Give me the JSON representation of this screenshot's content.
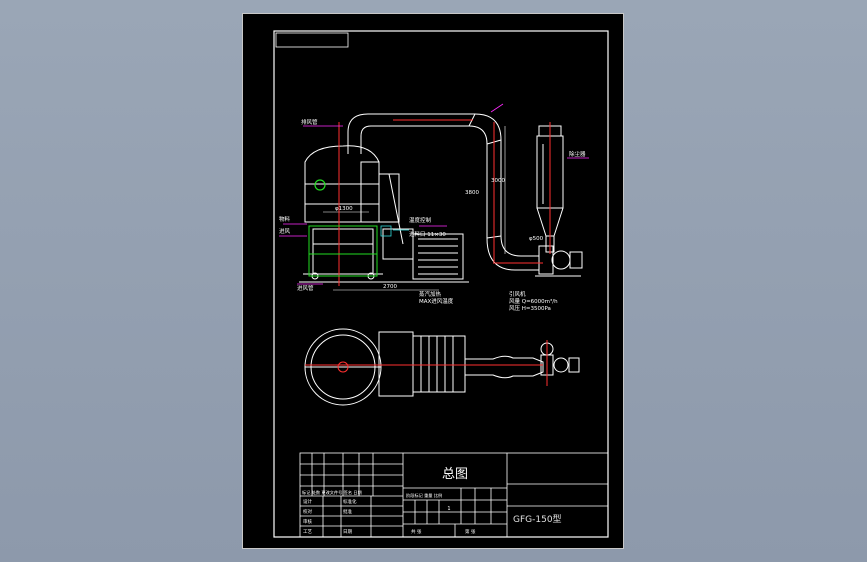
{
  "title_block": {
    "drawing_title": "总图",
    "model": "GFG-150型",
    "sheet_no": "1",
    "labels": {
      "design": "设计",
      "check": "校对",
      "review": "审核",
      "process": "工艺",
      "standardization": "标准化",
      "approve": "批准",
      "date": "日期",
      "mark_row": "标记 处数 更改文件号 签名 日期",
      "stage_row": "阶段标记 重量 比例",
      "total_sheets": "共 张",
      "sheet_of": "第 张"
    }
  },
  "annotations": {
    "top_left_label": "排风管",
    "left_label_1": "物料",
    "left_label_2": "进风",
    "bottom_left_label": "进风管",
    "right_label": "除尘器",
    "dim_main": "3000",
    "dim_base": "2700",
    "dim_vertical": "3800",
    "dim_pipe": "φ1300",
    "dim_fan": "φ500",
    "fan_label": "引风机",
    "fan_spec_1": "风量 Q=6000m³/h",
    "fan_spec_2": "风压 H=3500Pa",
    "note_1": "温度控制",
    "note_2": "进料口 11×30",
    "note_3": "蒸汽加热",
    "note_4": "MAX进风温度"
  },
  "colors": {
    "line": "#ffffff",
    "accent": "#ff3030",
    "green": "#22dd22",
    "magenta": "#ff2bff",
    "cyan": "#33dddd"
  }
}
